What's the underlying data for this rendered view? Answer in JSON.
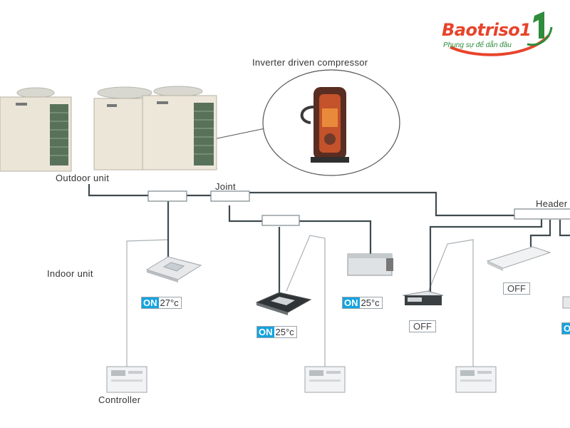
{
  "logo": {
    "brand": "Baotriso1",
    "slogan": "Phụng sự để dẫn đầu",
    "colors": {
      "primary": "#e8432b",
      "secondary": "#2e8c3b"
    }
  },
  "labels": {
    "compressor": "Inverter driven compressor",
    "outdoor_unit": "Outdoor unit",
    "joint": "Joint",
    "header": "Header",
    "indoor_unit": "Indoor unit",
    "controller": "Controller"
  },
  "indoor_units": [
    {
      "id": "cassette-1",
      "on_text": "ON",
      "temp": "27°c"
    },
    {
      "id": "cassette-2",
      "on_text": "ON",
      "temp": "25°c"
    },
    {
      "id": "ducted-1",
      "on_text": "ON",
      "temp": "25°c"
    },
    {
      "id": "ducted-2",
      "status": "OFF"
    },
    {
      "id": "ceiling-1",
      "status": "OFF"
    },
    {
      "id": "edge-unit",
      "on_text": "O"
    }
  ],
  "colors": {
    "on_badge": "#15a3e0",
    "pipe": "#3f4a4f",
    "wire": "#a8b0b4"
  }
}
